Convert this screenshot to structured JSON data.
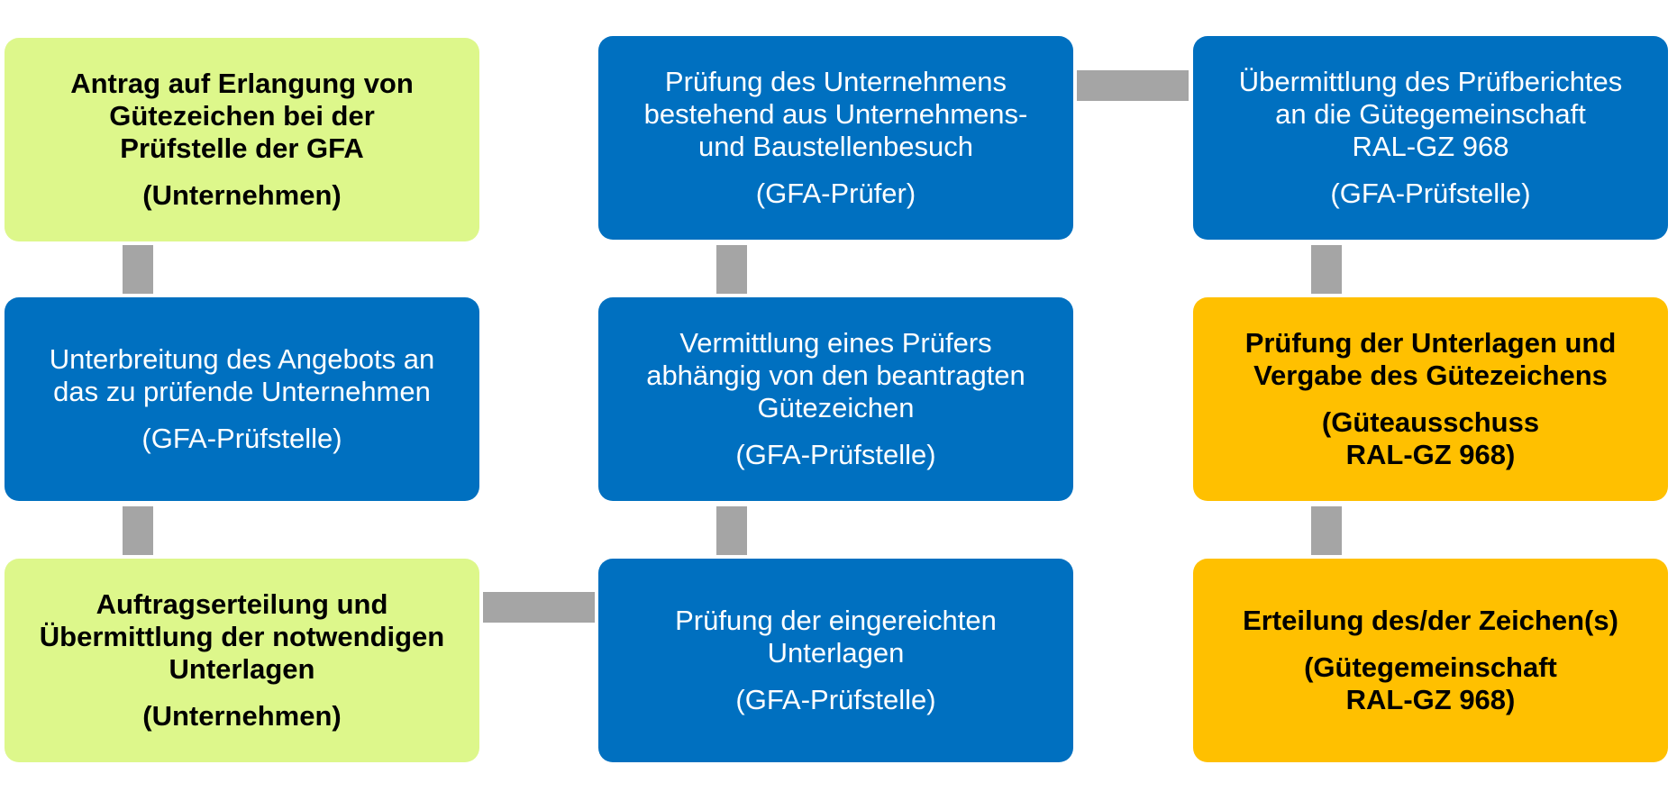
{
  "colors": {
    "company": "#ddf78b",
    "gfa": "#0070c0",
    "guetegemeinschaft": "#ffc000",
    "connector": "#a5a5a5"
  },
  "steps": [
    {
      "text": "Antrag auf Erlangung von\nGütezeichen bei der\nPrüfstelle der GFA",
      "actor": "(Unternehmen)"
    },
    {
      "text": "Unterbreitung des Angebots an\ndas zu prüfende Unternehmen",
      "actor": "(GFA-Prüfstelle)"
    },
    {
      "text": "Auftragserteilung und\nÜbermittlung der notwendigen\nUnterlagen",
      "actor": "(Unternehmen)"
    },
    {
      "text": "Prüfung der eingereichten\nUnterlagen",
      "actor": "(GFA-Prüfstelle)"
    },
    {
      "text": "Vermittlung eines Prüfers\nabhängig von den beantragten\nGütezeichen",
      "actor": "(GFA-Prüfstelle)"
    },
    {
      "text": "Prüfung des Unternehmens\nbestehend aus Unternehmens-\nund Baustellenbesuch",
      "actor": "(GFA-Prüfer)"
    },
    {
      "text": "Übermittlung des Prüfberichtes\nan die Gütegemeinschaft\nRAL-GZ 968",
      "actor": "(GFA-Prüfstelle)"
    },
    {
      "text": "Prüfung der Unterlagen und\nVergabe des Gütezeichens",
      "actor": "(Güteausschuss\nRAL-GZ 968)"
    },
    {
      "text": "Erteilung des/der Zeichen(s)",
      "actor": "(Gütegemeinschaft\nRAL-GZ 968)"
    }
  ]
}
